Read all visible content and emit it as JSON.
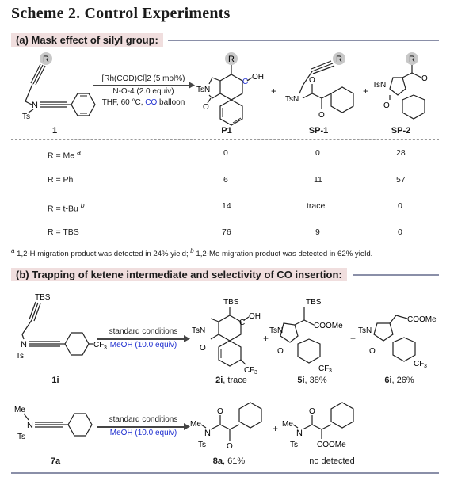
{
  "title": "Scheme 2. Control Experiments",
  "section_a": {
    "label": "(a) Mask effect of silyl group:",
    "conditions": {
      "catalyst": "[Rh(COD)Cl]2 (5 mol%)",
      "oxidant": "N-O-4 (2.0 equiv)",
      "env_prefix": "THF, 60 °C, ",
      "env_co": "CO",
      "env_suffix": " balloon"
    },
    "substrate_label": "1",
    "products": [
      "P1",
      "SP-1",
      "SP-2"
    ],
    "rows": [
      {
        "r": "R = Me",
        "sup": "a",
        "p1": "0",
        "sp1": "0",
        "sp2": "28"
      },
      {
        "r": "R = Ph",
        "sup": "",
        "p1": "6",
        "sp1": "11",
        "sp2": "57"
      },
      {
        "r": "R = t-Bu",
        "sup": "b",
        "p1": "14",
        "sp1": "trace",
        "sp2": "0"
      },
      {
        "r": "R = TBS",
        "sup": "",
        "p1": "76",
        "sp1": "9",
        "sp2": "0"
      }
    ],
    "footnote_a": "a",
    "footnote_a_text": " 1,2-H migration product was detected in 24% yield; ",
    "footnote_b": "b",
    "footnote_b_text": " 1,2-Me migration product was detected in 62% yield."
  },
  "section_b": {
    "label": "(b) Trapping of ketene intermediate and selectivity of CO insertion:",
    "reaction1": {
      "conditions_top": "standard conditions",
      "conditions_bottom": "MeOH (10.0 equiv)",
      "substrate": "1i",
      "products": [
        {
          "id": "2i",
          "yield": ", trace"
        },
        {
          "id": "5i",
          "yield": ", 38%"
        },
        {
          "id": "6i",
          "yield": ", 26%"
        }
      ]
    },
    "reaction2": {
      "conditions_top": "standard conditions",
      "conditions_bottom": "MeOH (10.0 equiv)",
      "substrate": "7a",
      "products": [
        {
          "id": "8a",
          "yield": ", 61%"
        },
        {
          "id": "",
          "yield": "no detected"
        }
      ]
    }
  },
  "atoms": {
    "R": "R",
    "N": "N",
    "Ts": "Ts",
    "TsN": "TsN",
    "O": "O",
    "OH": "OH",
    "C": "C",
    "TBS": "TBS",
    "CF3": "CF3",
    "COOMe": "COOMe",
    "Me": "Me"
  }
}
